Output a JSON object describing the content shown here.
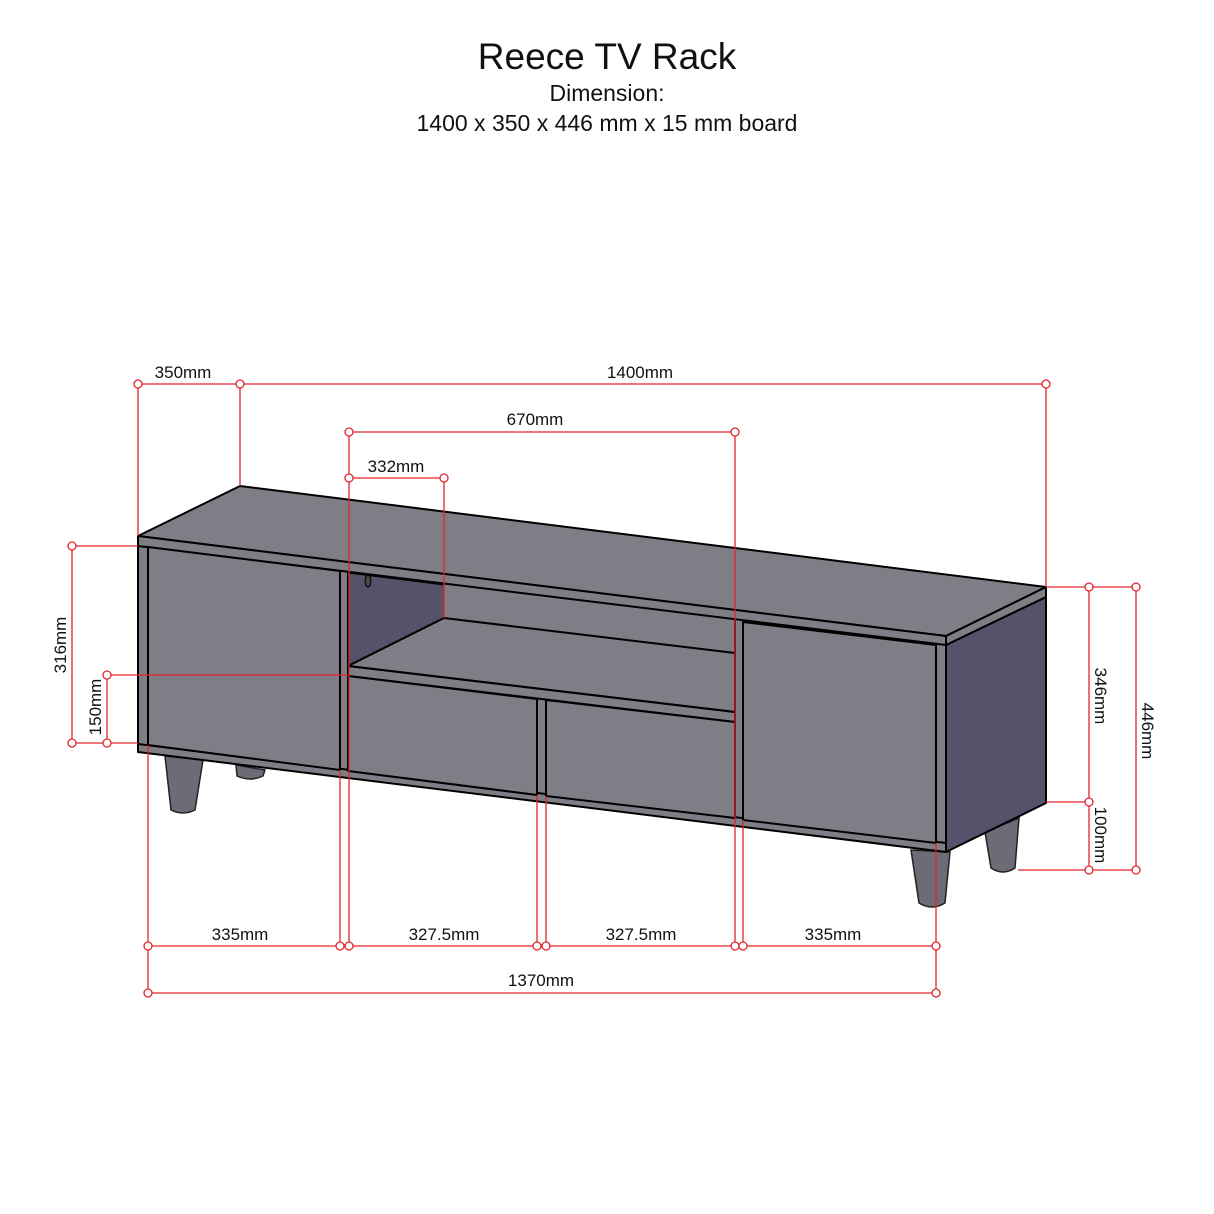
{
  "title": "Reece TV Rack",
  "dimension_label": "Dimension:",
  "dimension_value": "1400 x 350 x 446 mm x 15 mm board",
  "dimensions": {
    "depth": "350mm",
    "width": "1400mm",
    "opening": "670mm",
    "opening_depth": "332mm",
    "cabinet_height": "316mm",
    "drawer_height": "150mm",
    "body_height": "346mm",
    "total_height": "446mm",
    "leg_height": "100mm",
    "left_door": "335mm",
    "drawer_left": "327.5mm",
    "drawer_right": "327.5mm",
    "right_door": "335mm",
    "inner_width": "1370mm"
  },
  "colors": {
    "panel": "#7f7e86",
    "shadow": "#55526a",
    "dim": "#e0262a"
  }
}
